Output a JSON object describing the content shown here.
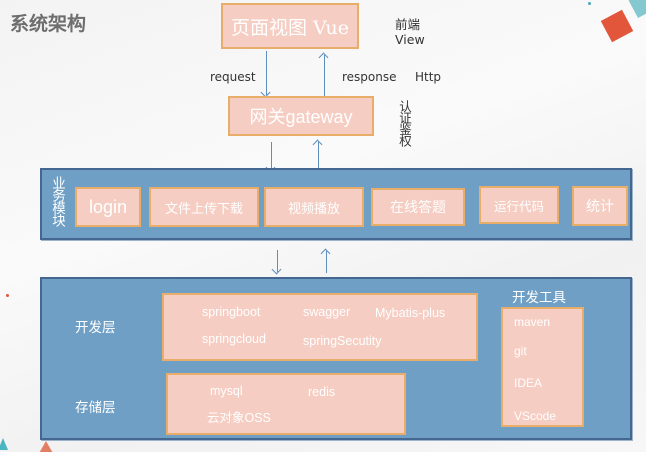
{
  "title": "系统架构",
  "colors": {
    "panel_fill": "#6f9fc4",
    "panel_border": "#43678f",
    "box_fill": "#f5cdc3",
    "box_border": "#e9ad6a",
    "arrow": "#5d8ebd",
    "accent_red": "#e2573c",
    "accent_teal": "#86c8cf"
  },
  "frontend": {
    "box_label": "页面视图 Vue",
    "side_label_line1": "前端",
    "side_label_line2": "View"
  },
  "http": {
    "request_label": "request",
    "response_label": "response",
    "protocol_label": "Http"
  },
  "gateway": {
    "box_label": "网关gateway",
    "side_label": "认证鉴权"
  },
  "business": {
    "panel_label": "业务模块",
    "modules": [
      {
        "label": "login"
      },
      {
        "label": "文件上传下载"
      },
      {
        "label": "视频播放"
      },
      {
        "label": "在线答题"
      },
      {
        "label": "运行代码"
      },
      {
        "label": "统计"
      }
    ]
  },
  "backend": {
    "dev_layer": {
      "label": "开发层",
      "techs": [
        "springboot",
        "swagger",
        "Mybatis-plus",
        "springcloud",
        "springSecutity"
      ]
    },
    "storage_layer": {
      "label": "存储层",
      "techs": [
        "mysql",
        "redis",
        "云对象OSS"
      ]
    },
    "dev_tools": {
      "label": "开发工具",
      "items": [
        "maven",
        "git",
        "IDEA",
        "VScode"
      ]
    }
  }
}
